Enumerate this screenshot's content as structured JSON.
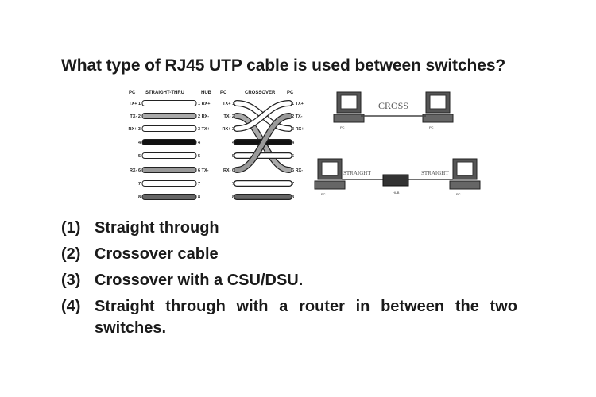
{
  "question": "What type of RJ45 UTP cable is used between switches?",
  "figure": {
    "wiring": {
      "headers": [
        "PC",
        "STRAIGHT-THRU",
        "HUB",
        "PC",
        "CROSSOVER",
        "PC"
      ],
      "straight_left": [
        "TX+ 1",
        "TX- 2",
        "RX+ 3",
        "4",
        "5",
        "RX- 6",
        "7",
        "8"
      ],
      "straight_right": [
        "1 RX+",
        "2 RX-",
        "3 TX+",
        "4",
        "5",
        "6 TX-",
        "7",
        "8"
      ],
      "cross_left": [
        "TX+ 1",
        "TX- 2",
        "RX+ 3",
        "4",
        "5",
        "RX- 6",
        "7",
        "8"
      ],
      "cross_right": [
        "1 TX+",
        "2 TX-",
        "3 RX+",
        "4",
        "5",
        "6 RX-",
        "7",
        "8"
      ]
    },
    "topology": {
      "cross_label": "CROSS",
      "straight_left_label": "STRAIGHT",
      "straight_right_label": "STRAIGHT",
      "pc_label": "PC",
      "hub_label": "HUB"
    }
  },
  "options": [
    {
      "num": "(1)",
      "text": "Straight through"
    },
    {
      "num": "(2)",
      "text": "Crossover cable"
    },
    {
      "num": "(3)",
      "text": "Crossover with a CSU/DSU."
    },
    {
      "num": "(4)",
      "text": "Straight through with a router in between the two switches."
    }
  ]
}
